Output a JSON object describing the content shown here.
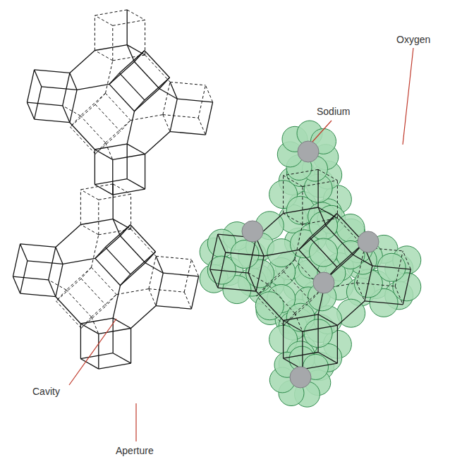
{
  "diagram": {
    "labels": [
      "Sodium",
      "Oxygen",
      "Cavity",
      "Aperture"
    ]
  }
}
